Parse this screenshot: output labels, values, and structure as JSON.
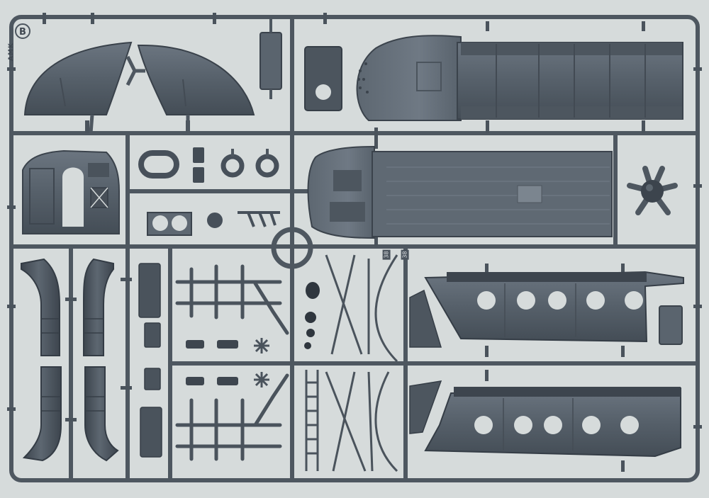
{
  "photo": {
    "subject": "",
    "sprue_letter": "B",
    "maker_mark": "AMK",
    "part_tags": [
      "38",
      "38"
    ],
    "colors": {
      "background": "#d6dbdb",
      "plastic": "#56606a",
      "plastic_dark": "#3e464f",
      "plastic_light": "#6e7882",
      "highlight": "#8f98a0"
    }
  }
}
